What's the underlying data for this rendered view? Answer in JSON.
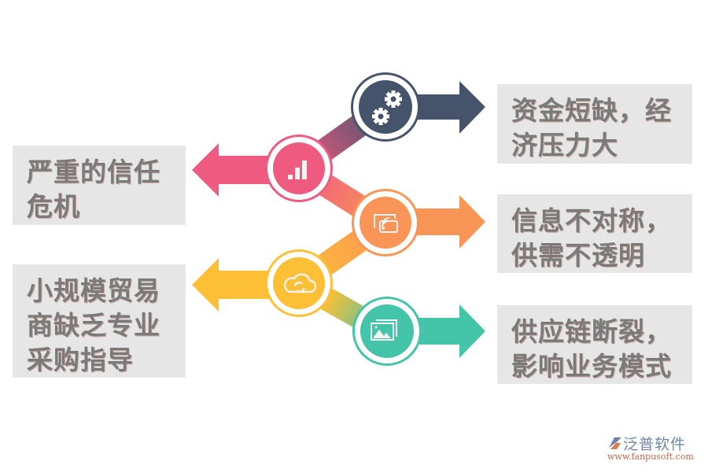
{
  "diagram": {
    "nodes": [
      {
        "id": "funding",
        "icon": "gears-icon",
        "color": "#45536b",
        "direction": "right",
        "lines": [
          "资金短缺，经",
          "济压力大"
        ]
      },
      {
        "id": "trust",
        "icon": "signal-bars-icon",
        "color": "#ef5a80",
        "direction": "left",
        "lines": [
          "严重的信任",
          "危机"
        ]
      },
      {
        "id": "info",
        "icon": "screen-cast-icon",
        "color": "#f99556",
        "direction": "right",
        "lines": [
          "信息不对称，",
          "供需不透明"
        ]
      },
      {
        "id": "procurement",
        "icon": "cloud-sync-icon",
        "color": "#fdbf35",
        "direction": "left",
        "lines": [
          "小规模贸易",
          "商缺乏专业",
          "采购指导"
        ]
      },
      {
        "id": "supply",
        "icon": "image-gallery-icon",
        "color": "#44c4a8",
        "direction": "right",
        "lines": [
          "供应链断裂，",
          "影响业务模式"
        ]
      }
    ]
  },
  "logo": {
    "brand": "泛普软件",
    "url": "www.fanpusoft.com"
  },
  "colors": {
    "box_bg": "#e6e6e6",
    "text": "#7a7a7a"
  }
}
